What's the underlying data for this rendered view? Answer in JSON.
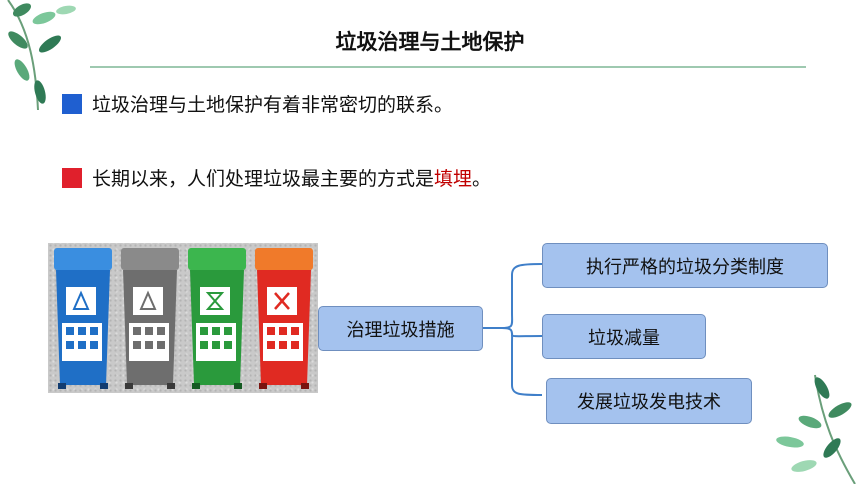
{
  "slide": {
    "title": "垃圾治理与土地保护",
    "bullets": [
      {
        "color": "#1f5fd0",
        "text": "垃圾治理与土地保护有着非常密切的联系。"
      },
      {
        "color": "#e0202c",
        "text_before": "长期以来，人们处理垃圾最主要的方式是",
        "highlight": "填埋",
        "text_after": "。",
        "highlight_color": "#c00000"
      }
    ]
  },
  "bins": {
    "colors": [
      "#1f6fc6",
      "#6e6e6e",
      "#2a9a3c",
      "#e02a22"
    ],
    "lid_colors": [
      "#3a8ee0",
      "#8a8a8a",
      "#3cb64e",
      "#f07a2a"
    ],
    "icons": [
      "recycle-icon",
      "recycle-icon",
      "hourglass-icon",
      "cross-icon"
    ]
  },
  "mindmap": {
    "root": "治理垃圾措施",
    "branches": [
      "执行严格的垃圾分类制度",
      "垃圾减量",
      "发展垃圾发电技术"
    ],
    "node_color": "#a4c2ee",
    "connector_color": "#3f7fc9"
  }
}
